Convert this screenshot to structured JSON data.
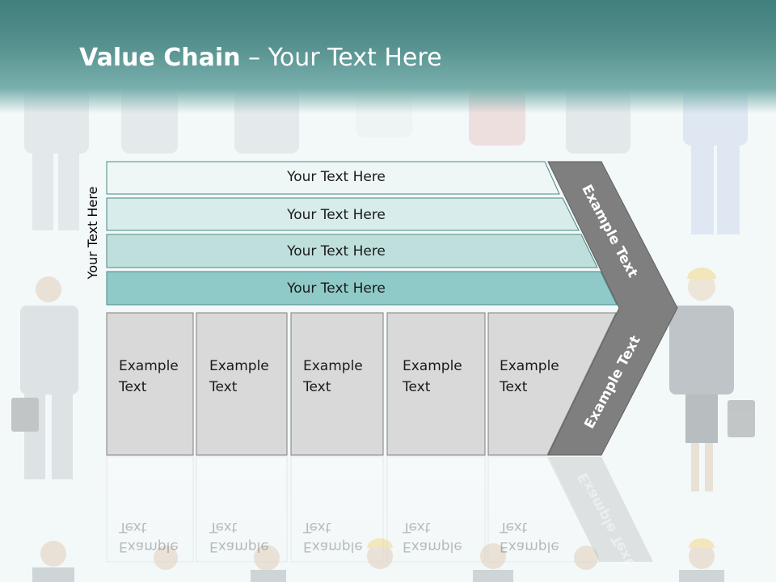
{
  "slide": {
    "title_bold": "Value Chain",
    "title_rest": " – Your Text Here",
    "side_label": "Your Text Here",
    "rows": [
      {
        "label": "Your Text Here"
      },
      {
        "label": "Your Text Here"
      },
      {
        "label": "Your Text Here"
      },
      {
        "label": "Your Text Here"
      }
    ],
    "boxes": [
      {
        "line1": "Example",
        "line2": "Text"
      },
      {
        "line1": "Example",
        "line2": "Text"
      },
      {
        "line1": "Example",
        "line2": "Text"
      },
      {
        "line1": "Example",
        "line2": "Text"
      },
      {
        "line1": "Example",
        "line2": "Text"
      }
    ],
    "chevron_top": "Example Text",
    "chevron_bottom": "Example Text",
    "colors": {
      "header": "#4a8784",
      "row1": "#eef7f6",
      "row2": "#d7eceb",
      "row3": "#bfdfdd",
      "row4": "#8fcac8",
      "box_fill": "#d9d9d9",
      "chevron": "#7f7f7f"
    }
  }
}
